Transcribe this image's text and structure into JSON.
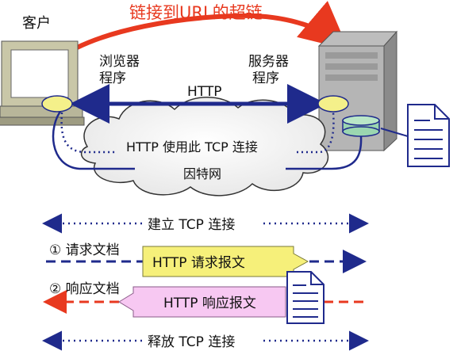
{
  "top_link": "链接到URL的超链",
  "client_label": "客户",
  "browser_label": [
    "浏览器",
    "程序"
  ],
  "server_label": [
    "服务器",
    "程序"
  ],
  "http_label": "HTTP",
  "cloud_tcp_label": "HTTP 使用此 TCP 连接",
  "internet_label": "因特网",
  "steps": {
    "establish": "建立 TCP 连接",
    "request_doc": "① 请求文档",
    "request_msg": "HTTP 请求报文",
    "response_doc": "② 响应文档",
    "response_msg": "HTTP 响应报文",
    "release": "释放 TCP 连接"
  },
  "colors": {
    "red": "#e8391f",
    "navy": "#1f2a8c",
    "yellow": "#f4f08a",
    "pink": "#f7c8f2",
    "green": "#9bd6b0"
  }
}
